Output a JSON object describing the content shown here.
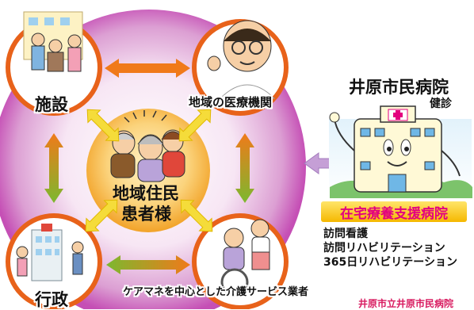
{
  "nodes": {
    "facility": "施設",
    "local_medical": "地域の医療機関",
    "admin": "行政",
    "care_business": "ケアマネを中心とした介護サービス業者",
    "center_line1": "地域住民",
    "center_line2": "患者様"
  },
  "hospital": {
    "name": "井原市民病院",
    "checkup": "健診",
    "home_care": "在宅療養支援病院",
    "services": [
      "訪問看護",
      "訪問リハビリテーション",
      "365日リハビリテーション"
    ]
  },
  "credit": "井原市立井原市民病院",
  "colors": {
    "outer_circle": "#c54fb5",
    "center_circle": "#f6b443",
    "orange_arrow": "#f07a1a",
    "green_arrow": "#7cb82f",
    "yellow_arrow": "#f5dc3a",
    "purple_arrow": "#c59fd6",
    "node_ring": "#e8621a",
    "banner_text": "#e3007f",
    "credit_text": "#d81b60"
  }
}
